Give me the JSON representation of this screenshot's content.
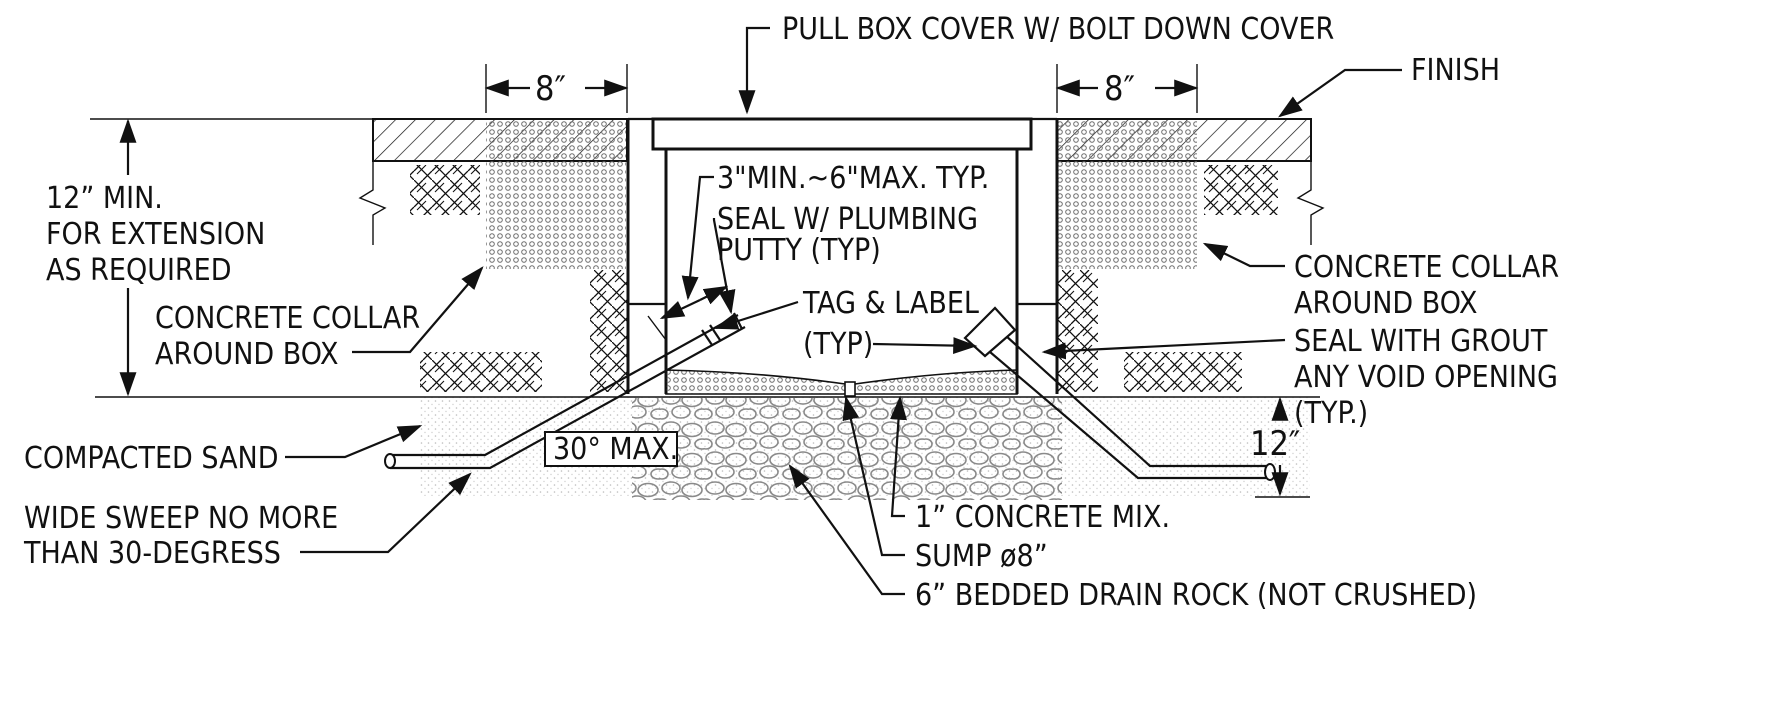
{
  "colors": {
    "ink": "#111111",
    "paper": "#ffffff",
    "gravel": "#8a8a8a",
    "sand": "#d6d6d6"
  },
  "labels": {
    "pull_box_cover": "PULL BOX COVER W/ BOLT DOWN COVER",
    "finish": "FINISH",
    "dim_left": "8″",
    "dim_right": "8″",
    "min_height_1": "12” MIN.",
    "min_height_2": "FOR EXTENSION",
    "min_height_3": "AS REQUIRED",
    "spacing": "3\"MIN.~6\"MAX. TYP.",
    "seal_putty_1": "SEAL W/ PLUMBING",
    "seal_putty_2": "PUTTY (TYP)",
    "tag_label_1": "TAG & LABEL",
    "tag_label_2": "(TYP)",
    "collar_left_1": "CONCRETE COLLAR",
    "collar_left_2": "AROUND BOX",
    "collar_right_1": "CONCRETE COLLAR",
    "collar_right_2": "AROUND BOX",
    "seal_grout_1": "SEAL WITH GROUT",
    "seal_grout_2": "ANY VOID OPENING",
    "seal_grout_3": "(TYP.)",
    "depth_12": "12″",
    "compacted_sand": "COMPACTED SAND",
    "max_angle": "30° MAX.",
    "sweep_1": "WIDE SWEEP NO MORE",
    "sweep_2": "THAN 30-DEGRESS",
    "concrete_mix": "1” CONCRETE MIX.",
    "sump": "SUMP ø8”",
    "drain_rock": "6” BEDDED DRAIN ROCK (NOT CRUSHED)"
  }
}
